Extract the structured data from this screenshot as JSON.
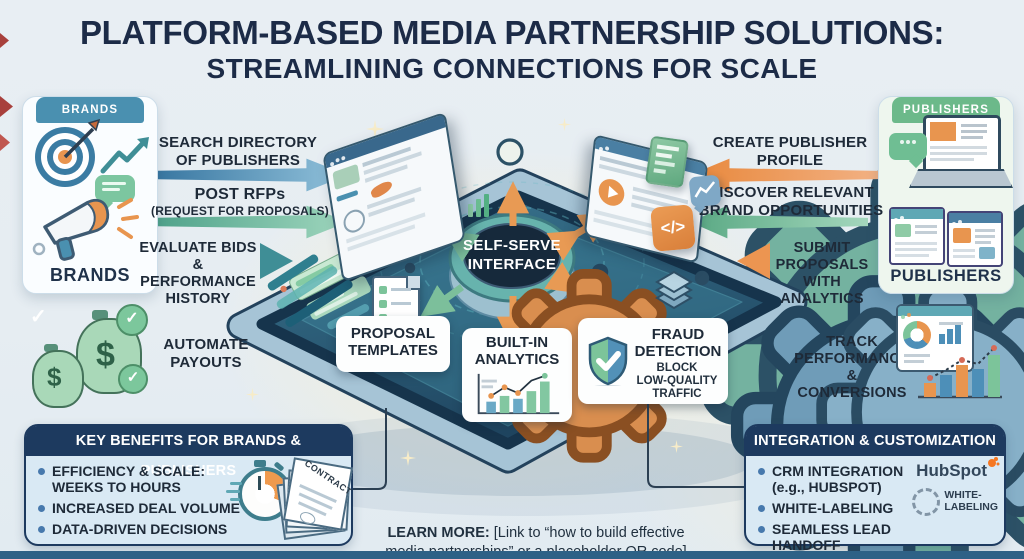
{
  "title": {
    "line1": "PLATFORM-BASED MEDIA PARTNERSHIP SOLUTIONS:",
    "line2": "STREAMLINING CONNECTIONS FOR SCALE"
  },
  "brands": {
    "tab": "BRANDS",
    "label": "BRANDS",
    "steps": {
      "search": "SEARCH DIRECTORY\nOF PUBLISHERS",
      "rfp": "POST RFPs",
      "rfp_sub": "(REQUEST FOR PROPOSALS)",
      "evaluate": "EVALUATE BIDS\n& PERFORMANCE\nHISTORY",
      "automate": "AUTOMATE\nPAYOUTS"
    }
  },
  "publishers": {
    "tab": "PUBLISHERS",
    "label": "PUBLISHERS",
    "steps": {
      "profile": "CREATE PUBLISHER\nPROFILE",
      "discover": "DISCOVER RELEVANT\nBRAND OPPORTUNITIES",
      "submit": "SUBMIT\nPROPOSALS\nWITH ANALYTICS",
      "track": "TRACK\nPERFORMANCE\n& CONVERSIONS"
    }
  },
  "platform": {
    "hub": "SELF-SERVE\nINTERFACE",
    "proposal_templates": "PROPOSAL\nTEMPLATES",
    "built_in_analytics": "BUILT-IN\nANALYTICS",
    "fraud_detection": "FRAUD\nDETECTION",
    "fraud_sub": "BLOCK\nLOW-QUALITY\nTRAFFIC",
    "code_glyph": "</>"
  },
  "key_benefits": {
    "header": "KEY BENEFITS FOR BRANDS & PUBLISHERS",
    "items": [
      "EFFICIENCY & SCALE:\nWEEKS TO HOURS",
      "INCREASED DEAL VOLUME",
      "DATA-DRIVEN DECISIONS"
    ],
    "contract_label": "CONTRACT"
  },
  "integration": {
    "header": "INTEGRATION & CUSTOMIZATION",
    "items": [
      "CRM INTEGRATION\n(e.g., HUBSPOT)",
      "WHITE-LABELING",
      "SEAMLESS LEAD HANDOFF"
    ],
    "hubspot_logo": "HubSpot",
    "white_label_badge": "WHITE-\nLABELING"
  },
  "learn_more": {
    "bold": "LEARN MORE:",
    "rest": " [Link to “how to build effective\nmedia partnerships” or a placeholder QR code]"
  },
  "colors": {
    "navy": "#1d3a5f",
    "title_text": "#1c2b47",
    "brands_tab": "#4a90b0",
    "publishers_tab": "#6cb98a",
    "arrow_blue": "#3f7fae",
    "arrow_green": "#6fbe93",
    "arrow_teal": "#3f8e96",
    "arrow_orange": "#ec9551",
    "box_body": "#d9e9f4",
    "hubspot_orange": "#f57722",
    "tablet_surface": "#2e617c"
  }
}
